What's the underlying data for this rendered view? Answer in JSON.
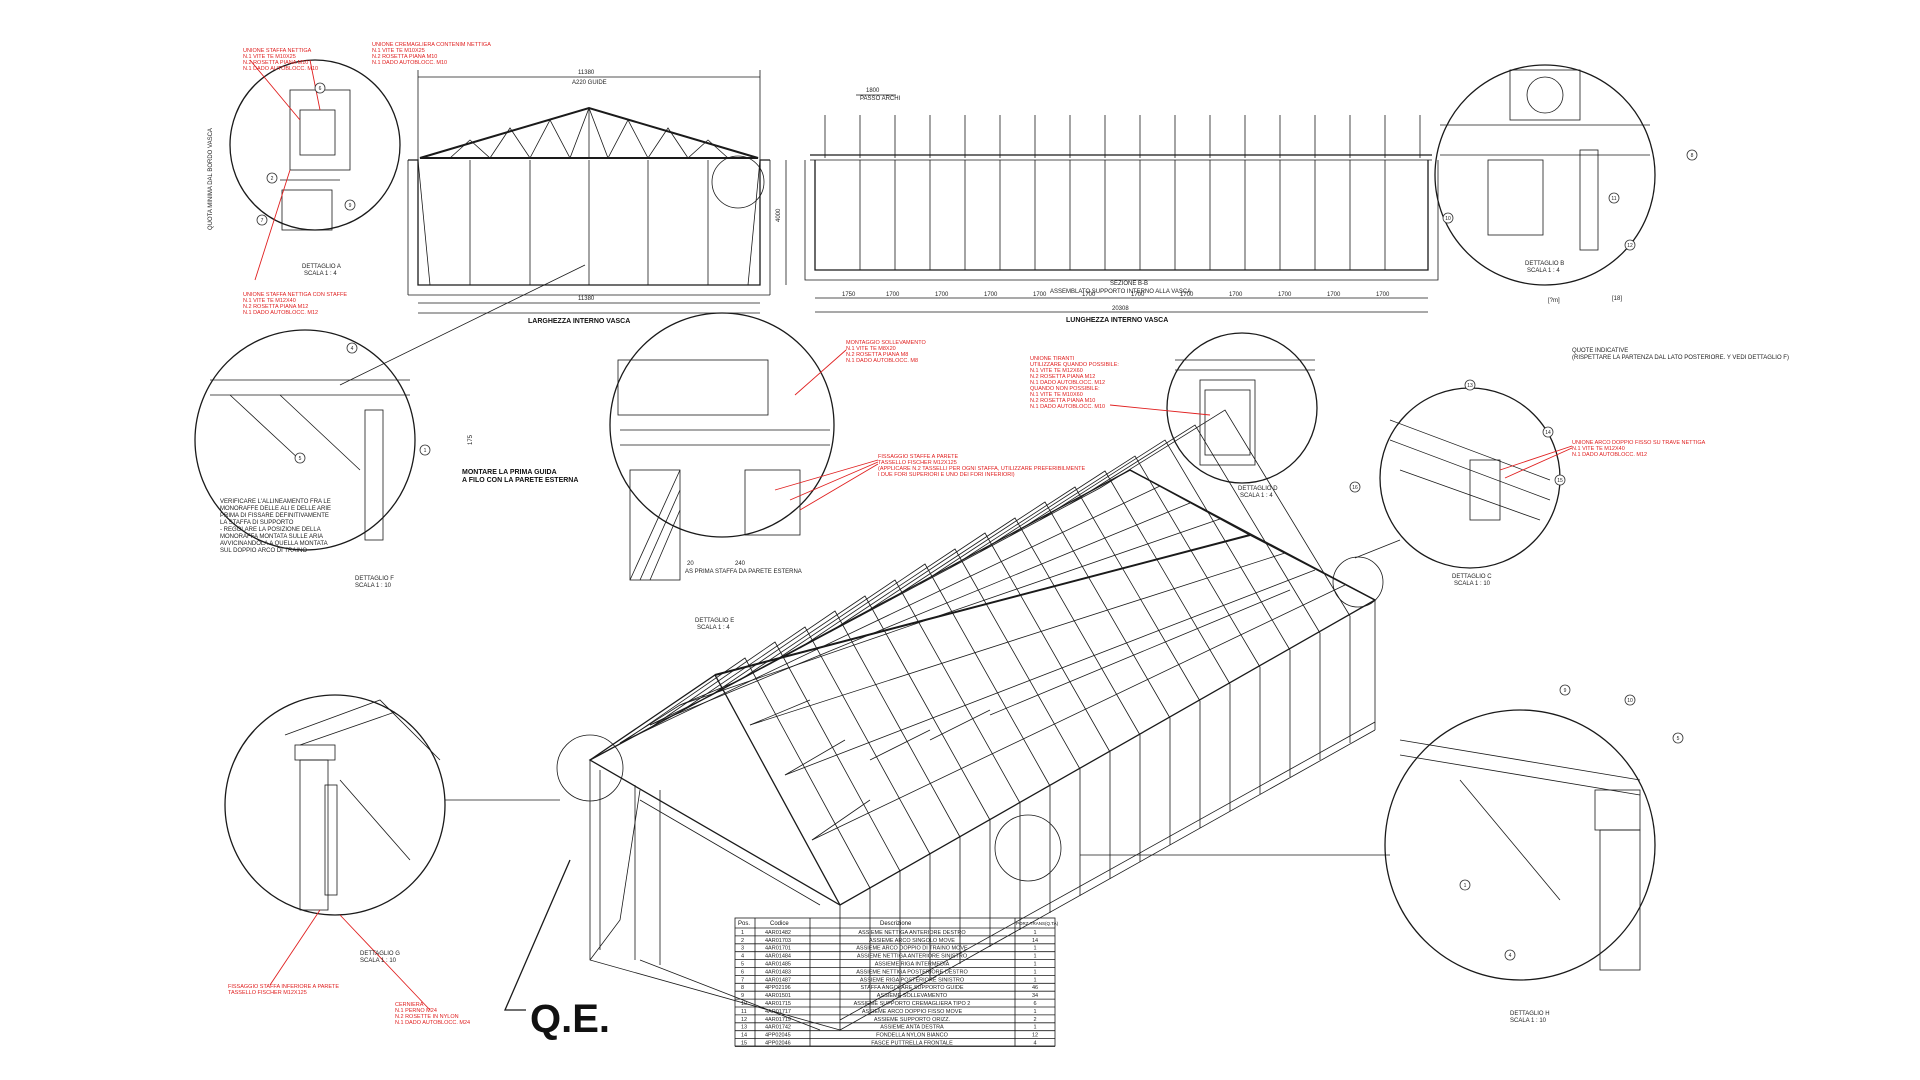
{
  "main_views": {
    "section_a": {
      "top_dim": "11380",
      "top_sub": "A220 GUIDE",
      "bottom_dim": "11380",
      "caption": "LARGHEZZA INTERNO VASCA",
      "height_dim": "4000"
    },
    "section_b": {
      "top_dim": "1800",
      "top_sub": "PASSO ARCHI",
      "spans": [
        "1750",
        "1700",
        "1700",
        "1700",
        "1700",
        "1700",
        "1700",
        "1700",
        "1700",
        "1700",
        "1700",
        "1700"
      ],
      "total_dim": "20308",
      "caption": "LUNGHEZZA INTERNO VASCA",
      "note": "SEZIONE B-B",
      "sub_note": "ASSEMBLATO SUPPORTO INTERNO ALLA VASCA"
    }
  },
  "details": {
    "a": {
      "title": "DETTAGLIO A",
      "scale": "SCALA 1 : 4",
      "side_note": "QUOTA MINIMA DAL BORDO VASCA"
    },
    "b": {
      "title": "DETTAGLIO B",
      "scale": "SCALA 1 : 4",
      "dim_left": "[?m]",
      "dim_right": "[18]",
      "note_title": "QUOTE INDICATIVE",
      "note_text": "(RISPETTARE LA PARTENZA DAL LATO POSTERIORE. Y VEDI DETTAGLIO F)"
    },
    "c": {
      "title": "DETTAGLIO C",
      "scale": "SCALA 1 : 10"
    },
    "d": {
      "title": "DETTAGLIO D",
      "scale": "SCALA 1 : 4"
    },
    "e": {
      "title": "DETTAGLIO E",
      "scale": "SCALA 1 : 4"
    },
    "f": {
      "title": "DETTAGLIO F",
      "scale": "SCALA 1 : 10",
      "dim": "175"
    },
    "g": {
      "title": "DETTAGLIO G",
      "scale": "SCALA 1 : 10"
    },
    "h": {
      "title": "DETTAGLIO H",
      "scale": "SCALA 1 : 10"
    }
  },
  "annotations_red": {
    "a_top_left": [
      "UNIONE STAFFA NETTIGA",
      "N.1 VITE TE M10X25",
      "N.2 ROSETTA PIANA M10",
      "N.1 DADO AUTOBLOCC. M10"
    ],
    "a_top_right": [
      "UNIONE CREMAGLIERA CONTENIM NETTIGA",
      "N.1 VITE TE M10X25",
      "N.2 ROSETTA PIANA M10",
      "N.1 DADO AUTOBLOCC. M10"
    ],
    "a_bottom": [
      "UNIONE STAFFA NETTIGA CON STAFFE",
      "N.1 VITE TE M12X40",
      "N.2 ROSETTA PIANA M12",
      "N.1 DADO AUTOBLOCC. M12"
    ],
    "e_top": [
      "MONTAGGIO SOLLEVAMENTO",
      "N.1 VITE TE M8X20",
      "N.2 ROSETTA PIANA M8",
      "N.1 DADO AUTOBLOCC. M8"
    ],
    "e_mid": [
      "FISSAGGIO STAFFE A PARETE",
      "TASSELLO FISCHER M12X125",
      "(APPLICARE N.2 TASSELLI PER OGNI STAFFA, UTILIZZARE PREFERIBILMENTE",
      "I DUE FORI SUPERIORI E UNO DEI FORI INFERIORI)"
    ],
    "d_top": [
      "UNIONE TIRANTI",
      "UTILIZZARE QUANDO POSSIBILE:",
      "N.1 VITE TE M12X60",
      "N.2 ROSETTA PIANA M12",
      "N.1 DADO AUTOBLOCC. M12",
      "QUANDO NON POSSIBILE:",
      "N.1 VITE TE M10X60",
      "N.2 ROSETTA PIANA M10",
      "N.1 DADO AUTOBLOCC. M10"
    ],
    "c_right": [
      "UNIONE ARCO DOPPIO FISSO SU TRAVE NETTIGA",
      "N.1 VITE TE M12X40",
      "N.1 DADO AUTOBLOCC. M12"
    ],
    "g_bottom": [
      "FISSAGGIO STAFFA INFERIORE A PARETE",
      "TASSELLO FISCHER M12X125"
    ],
    "g_bottom2": [
      "CERNIERA",
      "N.1 PERNO M24",
      "N.2 ROSETTE IN NYLON",
      "N.1 DADO AUTOBLOCC. M24"
    ]
  },
  "annotations_black": {
    "f_note": [
      "VERIFICARE L'ALLINEAMENTO FRA LE",
      "MONORAFFE DELLE ALI E DELLE ARIE",
      "PRIMA DI FISSARE DEFINITIVAMENTE",
      "LA STAFFA DI SUPPORTO",
      "- REGOLARE LA POSIZIONE DELLA",
      "MONORAFFA MONTATA SULLE ARIA",
      "AVVICINANDOLA A QUELLA MONTATA",
      "SUL DOPPIO ARCO DI TRAINO"
    ],
    "guide_note": [
      "MONTARE LA PRIMA GUIDA",
      "A FILO CON LA PARETE ESTERNA"
    ],
    "e_dims": [
      "20",
      "240",
      "AS PRIMA STAFFA DA PARETE ESTERNA"
    ]
  },
  "qe_label": "Q.E.",
  "bubbles": [
    "6",
    "2",
    "7",
    "9",
    "10",
    "11",
    "12",
    "8",
    "4",
    "5",
    "1",
    "13",
    "14",
    "15",
    "16"
  ],
  "bom": {
    "headers": [
      "Pos.",
      "Codice",
      "Descrizione",
      "PORZ.TRANS(Q.TA)"
    ],
    "rows": [
      [
        "1",
        "4AR01482",
        "ASSIEME NETTIGA ANTERIORE DESTRO",
        "1"
      ],
      [
        "2",
        "4AR01703",
        "ASSIEME ARCO SINGOLO MOVE",
        "14"
      ],
      [
        "3",
        "4AR01701",
        "ASSIEME ARCO DOPPIO DI TRAINO MOVE",
        "1"
      ],
      [
        "4",
        "4AR01484",
        "ASSIEME NETTIGA ANTERIORE SINISTRO",
        "1"
      ],
      [
        "5",
        "4AR01485",
        "ASSIEME RIGA INTERMEDIA",
        "1"
      ],
      [
        "6",
        "4AR01483",
        "ASSIEME NETTIGA POSTERIORE DESTRO",
        "1"
      ],
      [
        "7",
        "4AR01487",
        "ASSIEME RIGA POSTERIORE SINISTRO",
        "1"
      ],
      [
        "8",
        "4PP02196",
        "STAFFA ANGOLARE SUPPORTO GUIDE",
        "46"
      ],
      [
        "9",
        "4AR01501",
        "ASSIEME SOLLEVAMENTO",
        "34"
      ],
      [
        "10",
        "4AR01715",
        "ASSIEME SUPPORTO CREMAGLIERA TIPO 2",
        "6"
      ],
      [
        "11",
        "4AR01717",
        "ASSIEME ARCO DOPPIO FISSO MOVE",
        "1"
      ],
      [
        "12",
        "4AR01719",
        "ASSIEME SUPPORTO ORIZZ.",
        "2"
      ],
      [
        "13",
        "4AR01742",
        "ASSIEME ANTA DESTRA",
        "1"
      ],
      [
        "14",
        "4PP02045",
        "FONDELLA NYLON BIANCO",
        "12"
      ],
      [
        "15",
        "4PP02046",
        "FASCE PUTTRELLA FRONTALE",
        "4"
      ]
    ]
  }
}
